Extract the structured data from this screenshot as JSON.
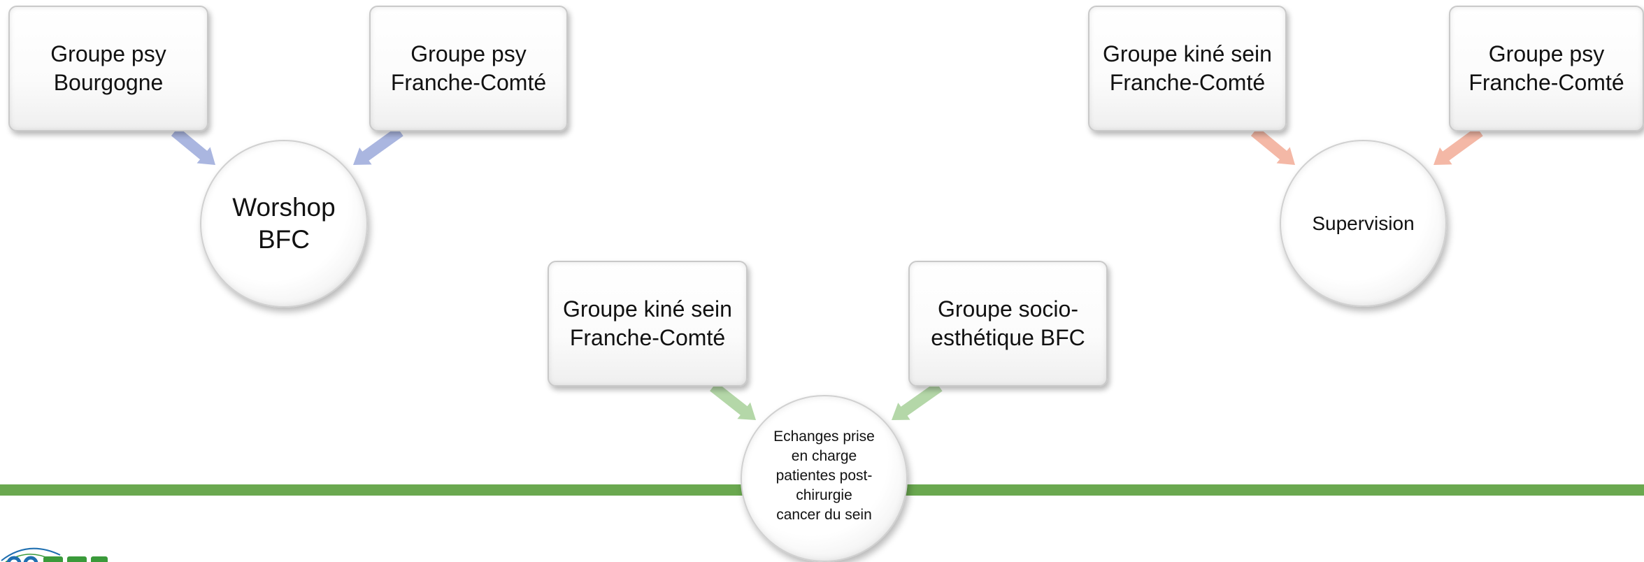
{
  "colors": {
    "band": "#6aa84f",
    "arrow_blue": "#aab6e0",
    "arrow_green": "#b4d7a8",
    "arrow_salmon": "#f4b8a6"
  },
  "groups": [
    {
      "hub": "Worshop\nBFC",
      "arrow_color": "#aab6e0",
      "sources": [
        "Groupe psy\nBourgogne",
        "Groupe psy\nFranche-Comté"
      ]
    },
    {
      "hub": "Echanges prise\nen charge\npatientes post-\nchirurgie\ncancer du sein",
      "arrow_color": "#b4d7a8",
      "sources": [
        "Groupe kiné sein\nFranche-Comté",
        "Groupe socio-\nesthétique BFC"
      ]
    },
    {
      "hub": "Supervision",
      "arrow_color": "#f4b8a6",
      "sources": [
        "Groupe kiné sein\nFranche-Comté",
        "Groupe psy\nFranche-Comté"
      ]
    }
  ],
  "logo": {
    "name": "logo-mark"
  }
}
